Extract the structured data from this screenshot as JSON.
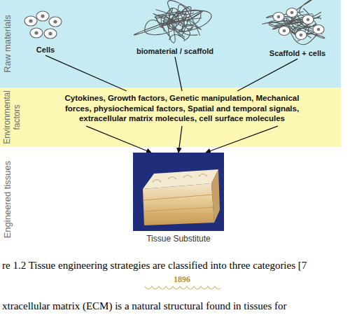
{
  "diagram": {
    "caption": "re 1.2 Tissue engineering strategies are classified into three categories [7",
    "nodes": [
      {
        "text": [
          "Raw materials"
        ]
      },
      {
        "text": [
          "Cells"
        ],
        "in": 0
      },
      {
        "text": [
          "biomaterial / scaffold"
        ],
        "in": 0
      },
      {
        "text": [
          "Scaffold + cells"
        ],
        "in": 0
      },
      {
        "text": [
          "Environmental factors"
        ]
      },
      {
        "text": [
          "Cytokines, Growth factors, Genetic manipulation, Mechanical forces, physiochemical factors, Spatial and temporal signals, extracellular matrix molecules, cell surface molecules"
        ],
        "in": 4
      },
      {
        "text": [
          "Engineered tissues"
        ]
      },
      {
        "text": [
          "Tissue Substitute"
        ],
        "in": 6
      }
    ],
    "edges": [
      {
        "from": 1,
        "to": 5,
        "arrow": "none"
      },
      {
        "from": 2,
        "to": 5,
        "arrow": "none"
      },
      {
        "from": 3,
        "to": 5,
        "arrow": "none"
      },
      {
        "from": 5,
        "to": 7,
        "arrow": "to"
      },
      {
        "from": 5,
        "to": 7,
        "arrow": "to"
      },
      {
        "from": 5,
        "to": 7,
        "arrow": "to"
      }
    ],
    "labels": [
      "1896",
      "xtracellular matrix (ECM) is a natural structural found in tissues for"
    ]
  }
}
